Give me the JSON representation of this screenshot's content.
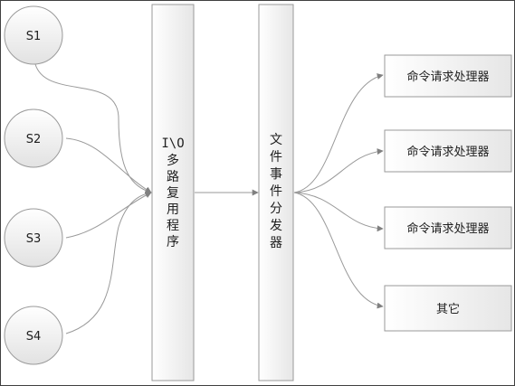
{
  "clients": [
    "S1",
    "S2",
    "S3",
    "S4"
  ],
  "multiplexer": {
    "line1": "I\\O",
    "chars": [
      "多",
      "路",
      "复",
      "用",
      "程",
      "序"
    ]
  },
  "dispatcher": {
    "chars": [
      "文",
      "件",
      "事",
      "件",
      "分",
      "发",
      "器"
    ]
  },
  "handlers": [
    "命令请求处理器",
    "命令请求处理器",
    "命令请求处理器",
    "其它"
  ],
  "colors": {
    "stroke": "#9a9a9a",
    "fill_top": "#ffffff",
    "fill_bottom": "#e4e4e4",
    "arrow": "#808080"
  }
}
